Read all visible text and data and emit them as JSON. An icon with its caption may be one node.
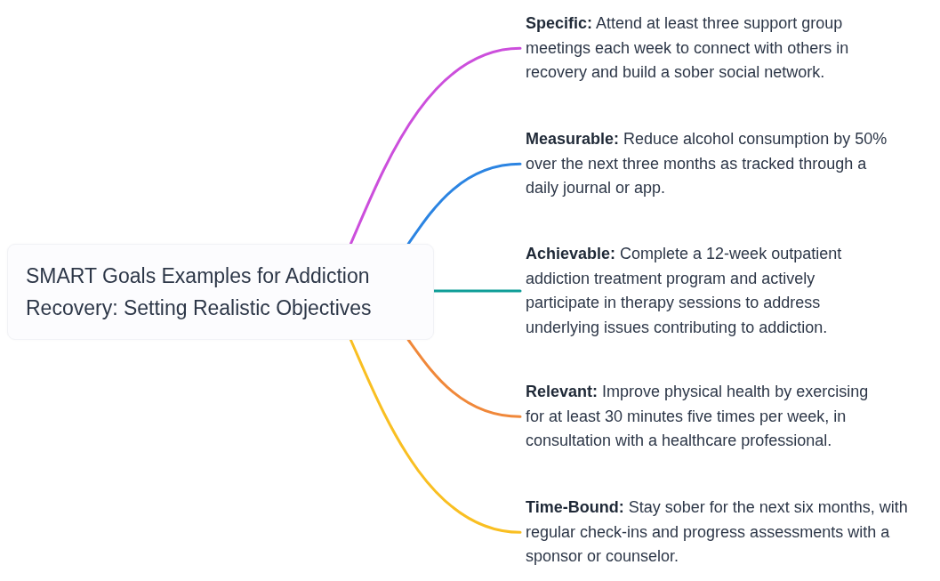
{
  "diagram": {
    "nodes": [
      {
        "text": [
          "SMART Goals Examples for Addiction Recovery: Setting Realistic Objectives"
        ]
      },
      {
        "text": [
          "**Specific:** Attend at least three support group meetings each week to connect with others in recovery and build a sober social network."
        ]
      },
      {
        "text": [
          "**Measurable:** Reduce alcohol consumption by 50% over the next three months as tracked through a daily journal or app."
        ]
      },
      {
        "text": [
          "**Achievable:** Complete a 12-week outpatient addiction treatment program and actively participate in therapy sessions to address underlying issues contributing to addiction."
        ]
      },
      {
        "text": [
          "**Relevant:** Improve physical health by exercising for at least 30 minutes five times per week, in consultation with a healthcare professional."
        ]
      },
      {
        "text": [
          "**Time-Bound:** Stay sober for the next six months, with regular check-ins and progress assessments with a sponsor or counselor."
        ]
      }
    ],
    "edges": [
      {
        "from": 0,
        "to": 1,
        "arrow": "none",
        "color": "#cc4fdc"
      },
      {
        "from": 0,
        "to": 2,
        "arrow": "none",
        "color": "#2b84e2"
      },
      {
        "from": 0,
        "to": 3,
        "arrow": "none",
        "color": "#0f9e98"
      },
      {
        "from": 0,
        "to": 4,
        "arrow": "none",
        "color": "#f0883a"
      },
      {
        "from": 0,
        "to": 5,
        "arrow": "none",
        "color": "#f9bf22"
      }
    ]
  }
}
